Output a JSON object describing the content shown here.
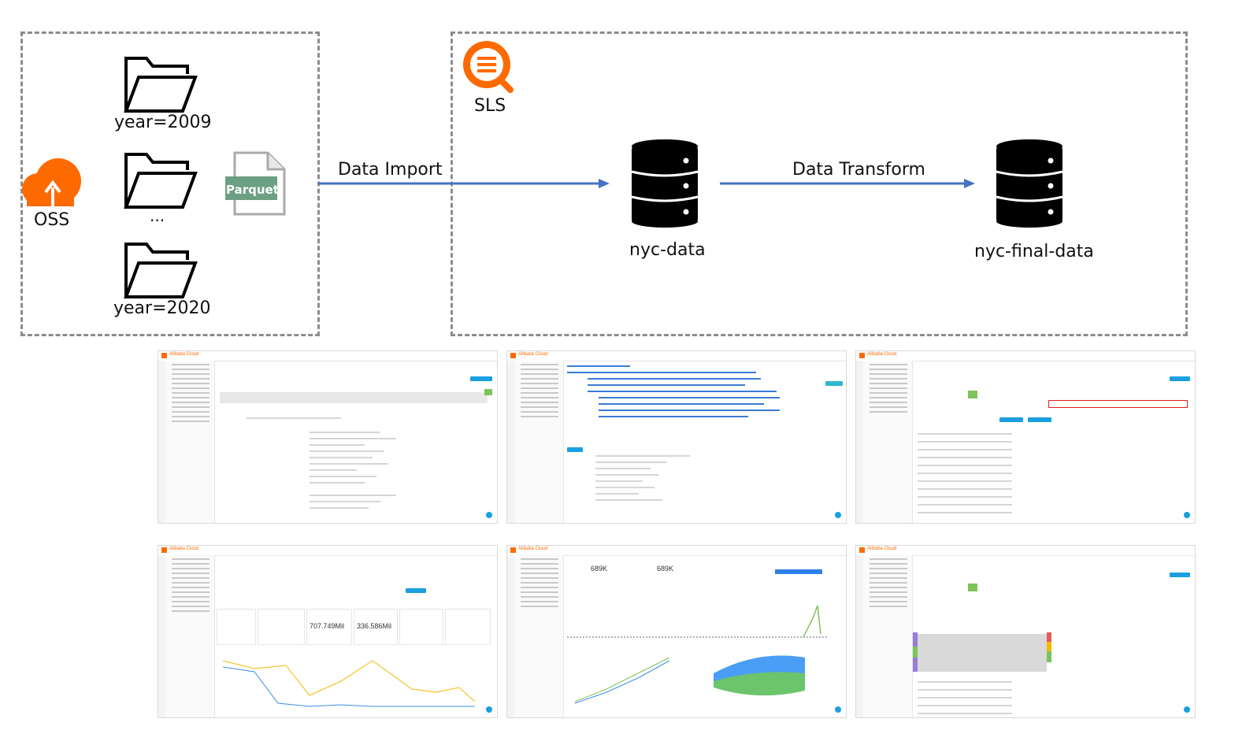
{
  "labels": {
    "year_2009": "year=2009",
    "ellipsis": "...",
    "year_2020": "year=2020",
    "oss": "OSS",
    "parquet": "Parquet",
    "sls": "SLS",
    "data_import": "Data Import",
    "data_transform": "Data Transform",
    "nyc_data": "nyc-data",
    "nyc_final_data": "nyc-final-data"
  },
  "colors": {
    "orange": "#ff6a00",
    "arrow": "#4472c4",
    "parquet_green": "#6c9f83",
    "dash": "#8c8c8c",
    "db": "#000000"
  },
  "screenshots": {
    "brand": "Alibaba Cloud",
    "stat_bytes": "707.749Mil",
    "stat_rows": "336.586Mil",
    "stat_total": "689K"
  }
}
